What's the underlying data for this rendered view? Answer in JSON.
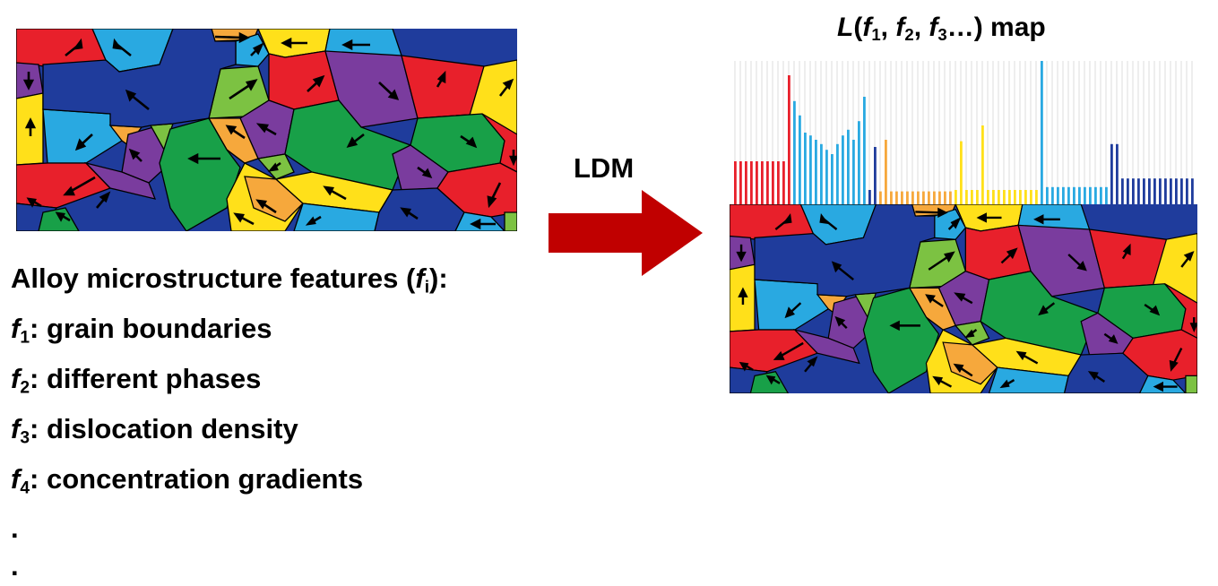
{
  "microstructure": {
    "caption_prefix": "Alloy microstructure features (",
    "caption_italic": "f",
    "caption_sub": "i",
    "caption_suffix": "):",
    "features": [
      {
        "symbol": "f",
        "index": "1",
        "text": ": grain boundaries"
      },
      {
        "symbol": "f",
        "index": "2",
        "text": ": different phases"
      },
      {
        "symbol": "f",
        "index": "3",
        "text": ": dislocation density"
      },
      {
        "symbol": "f",
        "index": "4",
        "text": ": concentration gradients"
      }
    ],
    "ellipsis_1": ".",
    "ellipsis_2": "."
  },
  "transform": {
    "label": "LDM",
    "arrow_color": "#c00000"
  },
  "map": {
    "title_L": "L",
    "title_open": "(",
    "title_f1": "f",
    "title_i1": "1",
    "title_sep1": ", ",
    "title_f2": "f",
    "title_i2": "2",
    "title_sep2": ", ",
    "title_f3": "f",
    "title_i3": "3",
    "title_rest": "…) map"
  },
  "colors": {
    "blue_dark": "#1f3c9c",
    "blue_light": "#29a9e1",
    "red": "#e8202b",
    "green": "#18a048",
    "yellow": "#ffe01a",
    "purple": "#7a3c9e",
    "orange": "#f6a83c",
    "lime": "#7cc242"
  }
}
